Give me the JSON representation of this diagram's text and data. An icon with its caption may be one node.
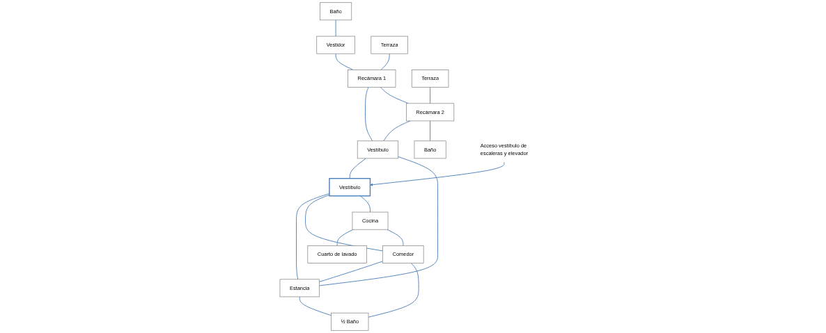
{
  "diagram": {
    "nodes": [
      {
        "text": [
          "Baño"
        ]
      },
      {
        "text": [
          "Vestidor"
        ]
      },
      {
        "text": [
          "Terraza"
        ]
      },
      {
        "text": [
          "Recámara 1"
        ]
      },
      {
        "text": [
          "Vestíbulo"
        ]
      },
      {
        "text": [
          "Terraza"
        ]
      },
      {
        "text": [
          "Recámara 2"
        ]
      },
      {
        "text": [
          "Baño"
        ]
      },
      {
        "text": [
          "Acceso vestíbulo de escaleras y elevador"
        ]
      },
      {
        "text": [
          "Vestíbulo"
        ]
      },
      {
        "text": [
          "Cuarto de lavado"
        ]
      },
      {
        "text": [
          "Cocina"
        ]
      },
      {
        "text": [
          "Comedor"
        ]
      },
      {
        "text": [
          "Estancia"
        ]
      },
      {
        "text": [
          "½ Baño"
        ]
      }
    ],
    "edges": [
      {
        "from": 0,
        "to": 1,
        "arrow": "none"
      },
      {
        "from": 1,
        "to": 3,
        "arrow": "none"
      },
      {
        "from": 2,
        "to": 3,
        "arrow": "none"
      },
      {
        "from": 3,
        "to": 4,
        "arrow": "none"
      },
      {
        "from": 3,
        "to": 6,
        "arrow": "none"
      },
      {
        "from": 6,
        "to": 4,
        "arrow": "none"
      },
      {
        "from": 5,
        "to": 6,
        "arrow": "none"
      },
      {
        "from": 6,
        "to": 7,
        "arrow": "none"
      },
      {
        "from": 8,
        "to": 9,
        "arrow": "to"
      },
      {
        "from": 4,
        "to": 9,
        "arrow": "none"
      },
      {
        "from": 4,
        "to": 13,
        "arrow": "none"
      },
      {
        "from": 9,
        "to": 13,
        "arrow": "none"
      },
      {
        "from": 9,
        "to": 12,
        "arrow": "none"
      },
      {
        "from": 9,
        "to": 11,
        "arrow": "none"
      },
      {
        "from": 11,
        "to": 10,
        "arrow": "none"
      },
      {
        "from": 11,
        "to": 12,
        "arrow": "none"
      },
      {
        "from": 12,
        "to": 13,
        "arrow": "none"
      },
      {
        "from": 12,
        "to": 14,
        "arrow": "none"
      },
      {
        "from": 13,
        "to": 14,
        "arrow": "none"
      }
    ]
  }
}
